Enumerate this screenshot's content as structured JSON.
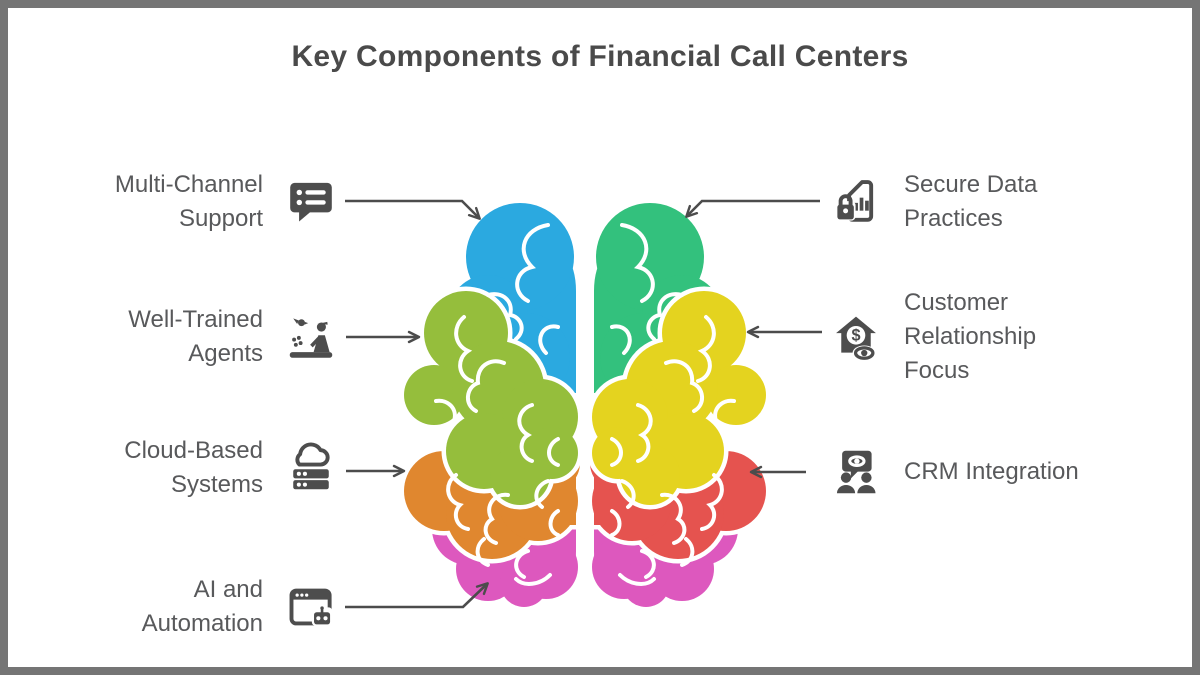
{
  "title": "Key Components of Financial Call Centers",
  "items_left": [
    {
      "label": "Multi-Channel Support",
      "icon": "chat-list"
    },
    {
      "label": "Well-Trained Agents",
      "icon": "agent-training"
    },
    {
      "label": "Cloud-Based Systems",
      "icon": "cloud-server"
    },
    {
      "label": "AI and Automation",
      "icon": "browser-robot"
    }
  ],
  "items_right": [
    {
      "label": "Secure Data Practices",
      "icon": "secure-document"
    },
    {
      "label": "Customer Relationship Focus",
      "icon": "house-dollar-eye"
    },
    {
      "label": "CRM Integration",
      "icon": "crm-people"
    }
  ],
  "icon_glyphs": {
    "dollar": "$"
  },
  "colors": {
    "border": "#757575",
    "title": "#4a4a4a",
    "label": "#58595b",
    "arrow": "#4c4c4c",
    "icon": "#4d4d4d",
    "blue": "#2BA9E0",
    "green": "#95BE3C",
    "orange": "#E0872F",
    "magenta": "#DD58BE",
    "teal": "#33C17D",
    "yellow": "#E4D31F",
    "red": "#E5534F",
    "pink": "#DD58BE"
  }
}
